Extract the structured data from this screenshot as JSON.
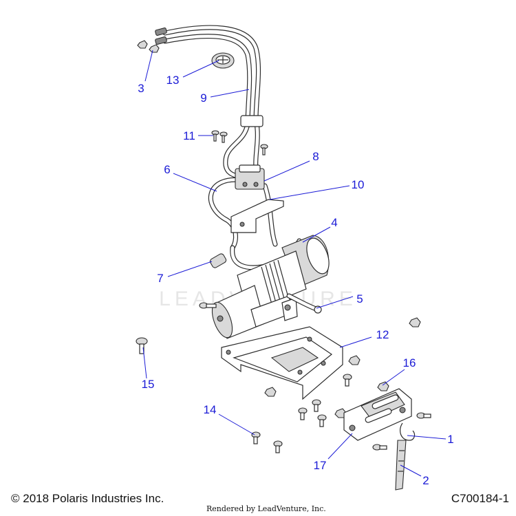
{
  "diagram": {
    "watermark": "LEADVENTURE",
    "callouts": [
      {
        "id": "c1",
        "label": "1"
      },
      {
        "id": "c2",
        "label": "2"
      },
      {
        "id": "c3",
        "label": "3"
      },
      {
        "id": "c4",
        "label": "4"
      },
      {
        "id": "c5",
        "label": "5"
      },
      {
        "id": "c6",
        "label": "6"
      },
      {
        "id": "c7",
        "label": "7"
      },
      {
        "id": "c8",
        "label": "8"
      },
      {
        "id": "c9",
        "label": "9"
      },
      {
        "id": "c10",
        "label": "10"
      },
      {
        "id": "c11",
        "label": "11"
      },
      {
        "id": "c12",
        "label": "12"
      },
      {
        "id": "c13",
        "label": "13"
      },
      {
        "id": "c14",
        "label": "14"
      },
      {
        "id": "c15",
        "label": "15"
      },
      {
        "id": "c16",
        "label": "16"
      },
      {
        "id": "c17",
        "label": "17"
      }
    ]
  },
  "footer": {
    "copyright": "© 2018 Polaris Industries Inc.",
    "rendered_by": "Rendered by LeadVenture, Inc.",
    "figure_code": "C700184-1"
  },
  "colors": {
    "callout": "#1a1ad6",
    "line_art": "#2b2b2b",
    "watermark": "#e6e6e6"
  }
}
